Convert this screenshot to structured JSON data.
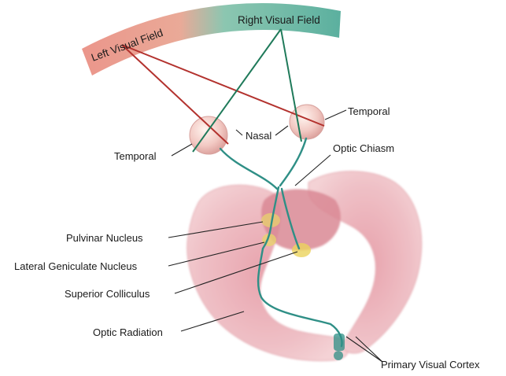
{
  "diagram": {
    "fields": {
      "left": "Left Visual Field",
      "right": "Right Visual Field"
    },
    "labels": {
      "temporal_left": "Temporal",
      "nasal": "Nasal",
      "temporal_right": "Temporal",
      "optic_chiasm": "Optic Chiasm",
      "pulvinar": "Pulvinar Nucleus",
      "lgn": "Lateral Geniculate Nucleus",
      "superior_colliculus": "Superior Colliculus",
      "optic_radiation": "Optic Radiation",
      "primary_visual_cortex": "Primary Visual Cortex"
    },
    "colors": {
      "left_field_ray": "#b3322e",
      "right_field_ray": "#1f7a5a",
      "pathway": "#2f8f86",
      "brain_tissue": "#efbcc2",
      "nucleus": "#e8d66a",
      "leader_line": "#222222"
    }
  }
}
